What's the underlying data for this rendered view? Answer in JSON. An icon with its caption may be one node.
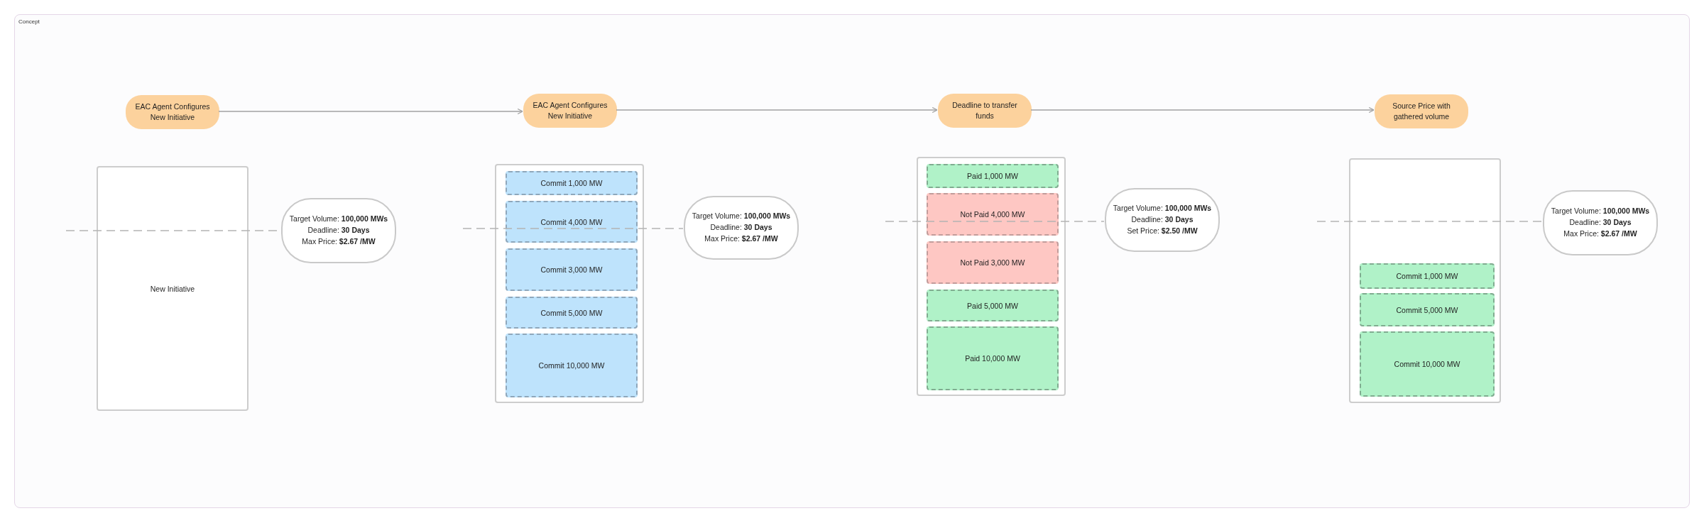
{
  "diagram": {
    "nodes": [
      {
        "text": [
          "Concept"
        ]
      },
      {
        "text": [
          "EAC Agent Configures New Initiative"
        ],
        "in": 0
      },
      {
        "text": [
          "EAC Agent Configures New Initiative"
        ],
        "in": 0
      },
      {
        "text": [
          "Deadline to transfer funds"
        ],
        "in": 0
      },
      {
        "text": [
          "Source Price with gathered volume"
        ],
        "in": 0
      },
      {
        "text": [
          "New Initiative"
        ],
        "in": 0
      },
      {
        "text": [
          "Target Volume: **100,000 MWs**",
          "Deadline: **30 Days**",
          "Max Price: **$2.67 /MW**"
        ],
        "in": 0
      },
      {
        "text": [],
        "shape": "box",
        "in": 0
      },
      {
        "text": [
          "Commit 1,000 MW"
        ],
        "in": 7
      },
      {
        "text": [
          "Commit 4,000 MW"
        ],
        "in": 7
      },
      {
        "text": [
          "Commit 3,000 MW"
        ],
        "in": 7
      },
      {
        "text": [
          "Commit 5,000 MW"
        ],
        "in": 7
      },
      {
        "text": [
          "Commit 10,000 MW"
        ],
        "in": 7
      },
      {
        "text": [
          "Target Volume: **100,000 MWs**",
          "Deadline: **30 Days**",
          "Max Price: **$2.67 /MW**"
        ],
        "in": 0
      },
      {
        "text": [],
        "shape": "box",
        "in": 0
      },
      {
        "text": [
          "Paid 1,000 MW"
        ],
        "in": 14
      },
      {
        "text": [
          "Not Paid 4,000 MW"
        ],
        "in": 14
      },
      {
        "text": [
          "Not Paid 3,000 MW"
        ],
        "in": 14
      },
      {
        "text": [
          "Paid 5,000 MW"
        ],
        "in": 14
      },
      {
        "text": [
          "Paid 10,000 MW"
        ],
        "in": 14
      },
      {
        "text": [
          "Target Volume: **100,000 MWs**",
          "Deadline: **30 Days**",
          "Set Price: **$2.50 /MW**"
        ],
        "in": 0
      },
      {
        "text": [],
        "shape": "box",
        "in": 0
      },
      {
        "text": [
          "Commit 1,000 MW"
        ],
        "in": 21
      },
      {
        "text": [
          "Commit 5,000 MW"
        ],
        "in": 21
      },
      {
        "text": [
          "Commit 10,000 MW"
        ],
        "in": 21
      },
      {
        "text": [
          "Target Volume: **100,000 MWs**",
          "Deadline: **30 Days**",
          "Max Price: **$2.67 /MW**"
        ],
        "in": 0
      }
    ],
    "edges": [
      {
        "from": 1,
        "to": 2,
        "arrow": "to"
      },
      {
        "from": 2,
        "to": 3,
        "arrow": "to"
      },
      {
        "from": 3,
        "to": 4,
        "arrow": "to"
      },
      {
        "from": null,
        "to": 6,
        "arrow": "none",
        "style": "dashed"
      },
      {
        "from": null,
        "to": 13,
        "arrow": "none",
        "style": "dashed"
      },
      {
        "from": null,
        "to": 20,
        "arrow": "none",
        "style": "dashed"
      },
      {
        "from": null,
        "to": 25,
        "arrow": "none",
        "style": "dashed"
      }
    ]
  }
}
